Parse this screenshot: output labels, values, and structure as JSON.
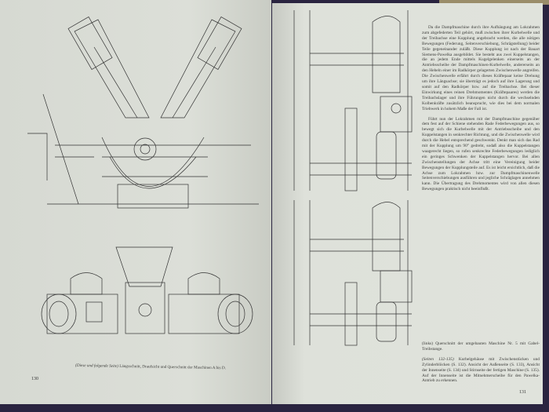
{
  "left_page": {
    "page_number": "130",
    "caption_italic": "(Diese und folgende Seite)",
    "caption": "Längsschnitt, Draufsicht und Querschnitt der Maschinen A bis D."
  },
  "right_page": {
    "page_number": "131",
    "paragraphs": [
      "Da die Dampfmaschine durch ihre Aufhängung am Lokrahmen zum abgefederten Teil gehört, muß zwischen ihrer Kurbelwelle und der Treibachse eine Kupplung angebracht werden, die alle nötigen Bewegungen (Federung, Seitenverschiebung, Schrägstellung) beider Teile gegeneinander zuläßt. Diese Kupplung ist nach der Bauart Siemens-Pawelka ausgebildet. Sie besteht aus zwei Kuppelstangen, die an jedem Ende mittels Kugelgelenken einerseits an der Antriebsscheibe der Dampfmaschinen-Kurbelwelle, andererseits an den Hebeln einer im Radkörper gelagerten Zwischenwelle angreifen. Die Zwischenwelle erfährt durch dieses Kräftepaar keine Drehung um ihre Längsachse; sie überträgt es jedoch auf ihre Lagerung und somit auf den Radkörper bzw. auf die Treibachse. Bei dieser Einwirkung eines reinen Drehmomentes (Kräftepaares) werden die Treibachslager und ihre Führungen nicht durch die wechselnden Kolbenkräfte zusätzlich beansprucht, wie dies bei dem normalen Triebwerk in hohem Maße der Fall ist.",
      "Führt nun der Lokrahmen mit der Dampfmaschine gegenüber dem fest auf der Schiene stehenden Rade Federbewegungen aus, so bewegt sich die Kurbelwelle mit der Antriebsscheibe und den Kuppelstangen in senkrechter Richtung, und die Zwischenwelle wird durch die Hebel entsprechend geschwenkt. Denkt man sich das Rad mit der Kupplung um 90° gedreht, sodaß also die Kuppelstangen waagerecht liegen, so rufen senkrechte Federbewegungen lediglich ein geringes Schwenken der Kuppelstangen hervor. Bei allen Zwischenstellungen der Achse tritt eine Vereinigung beider Bewegungen der Kupplungsteile auf. Es ist leicht ersichtlich, daß die Achse zum Lokrahmen bzw. zur Dampfmaschinenwelle Seitenverschiebungen ausführen und jegliche Schräglagen annehmen kann. Die Übertragung des Drehmomentes wird von allen diesen Bewegungen praktisch nicht beeinflußt."
    ],
    "caption_1": "(links) Querschnitt der umgebauten Maschine Nr. 5 mit Gabel-Treibstange.",
    "caption_2_italic": "(Seiten 132-135)",
    "caption_2": "Kurbelgehäuse mit Zwischenstücken und Zylinderblöcken (S. 132). Ansicht der Außenseite (S. 133), Ansicht der Innenseite (S. 134) und Stirnseite der fertigen Maschine (S. 135). Auf der Innenseite ist die Mitnehmerscheibe für den Pawelka-Antrieb zu erkennen."
  }
}
